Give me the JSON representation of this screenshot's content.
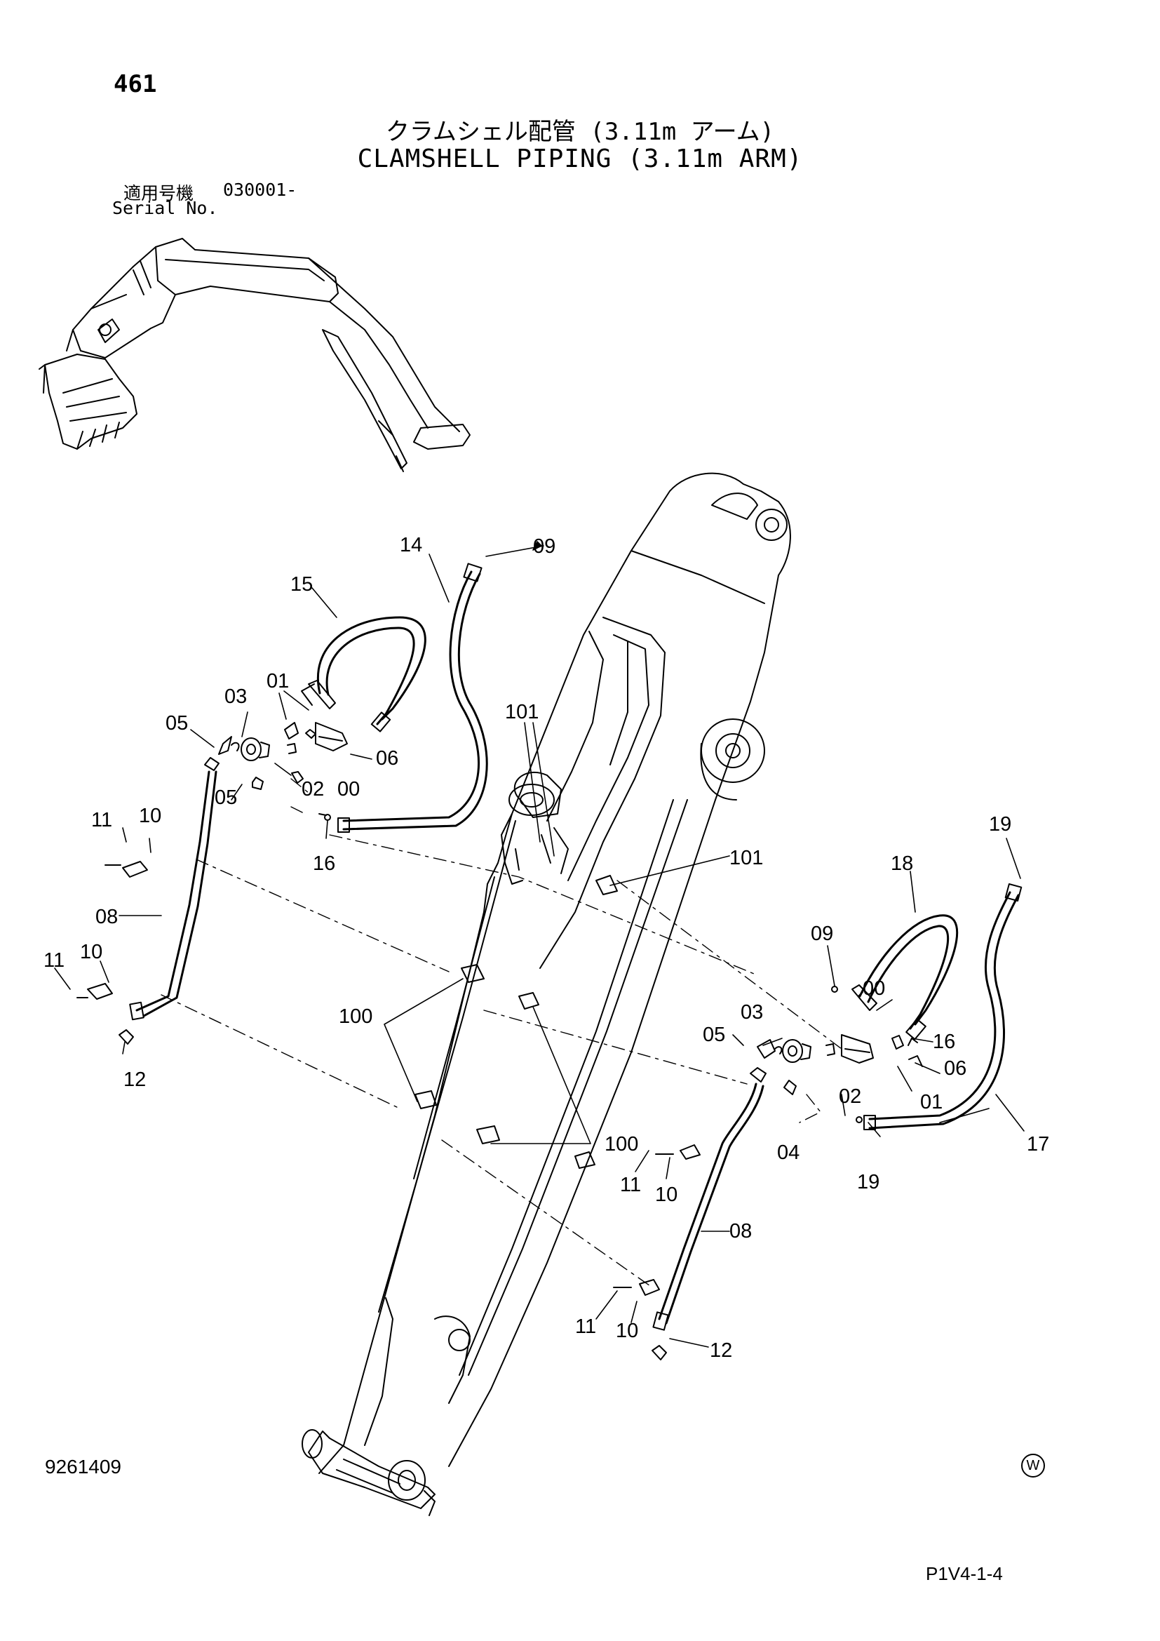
{
  "header": {
    "page_number": "461",
    "title_jp": "クラムシェル配管 (3.11m アーム)",
    "title_en": "CLAMSHELL PIPING (3.11m ARM)",
    "serial_label_jp": "適用号機",
    "serial_value": "030001-",
    "serial_label_en": "Serial No."
  },
  "footer": {
    "document_number": "9261409",
    "watermark": "W",
    "page_code": "P1V4-1-4"
  },
  "callouts": [
    {
      "id": "c1",
      "text": "14"
    },
    {
      "id": "c2",
      "text": "09"
    },
    {
      "id": "c3",
      "text": "15"
    },
    {
      "id": "c4",
      "text": "01"
    },
    {
      "id": "c5",
      "text": "03"
    },
    {
      "id": "c6",
      "text": "05"
    },
    {
      "id": "c7",
      "text": "06"
    },
    {
      "id": "c8",
      "text": "02"
    },
    {
      "id": "c9",
      "text": "00"
    },
    {
      "id": "c10",
      "text": "05"
    },
    {
      "id": "c11",
      "text": "16"
    },
    {
      "id": "c12",
      "text": "101"
    },
    {
      "id": "c13",
      "text": "11"
    },
    {
      "id": "c14",
      "text": "10"
    },
    {
      "id": "c15",
      "text": "08"
    },
    {
      "id": "c16",
      "text": "11"
    },
    {
      "id": "c17",
      "text": "10"
    },
    {
      "id": "c18",
      "text": "12"
    },
    {
      "id": "c19",
      "text": "100"
    },
    {
      "id": "c20",
      "text": "101"
    },
    {
      "id": "c21",
      "text": "19"
    },
    {
      "id": "c22",
      "text": "18"
    },
    {
      "id": "c23",
      "text": "09"
    },
    {
      "id": "c24",
      "text": "00"
    },
    {
      "id": "c25",
      "text": "03"
    },
    {
      "id": "c26",
      "text": "05"
    },
    {
      "id": "c27",
      "text": "16"
    },
    {
      "id": "c28",
      "text": "06"
    },
    {
      "id": "c29",
      "text": "02"
    },
    {
      "id": "c30",
      "text": "01"
    },
    {
      "id": "c31",
      "text": "04"
    },
    {
      "id": "c32",
      "text": "17"
    },
    {
      "id": "c33",
      "text": "19"
    },
    {
      "id": "c34",
      "text": "100"
    },
    {
      "id": "c35",
      "text": "11"
    },
    {
      "id": "c36",
      "text": "10"
    },
    {
      "id": "c37",
      "text": "08"
    },
    {
      "id": "c38",
      "text": "11"
    },
    {
      "id": "c39",
      "text": "10"
    },
    {
      "id": "c40",
      "text": "12"
    }
  ]
}
